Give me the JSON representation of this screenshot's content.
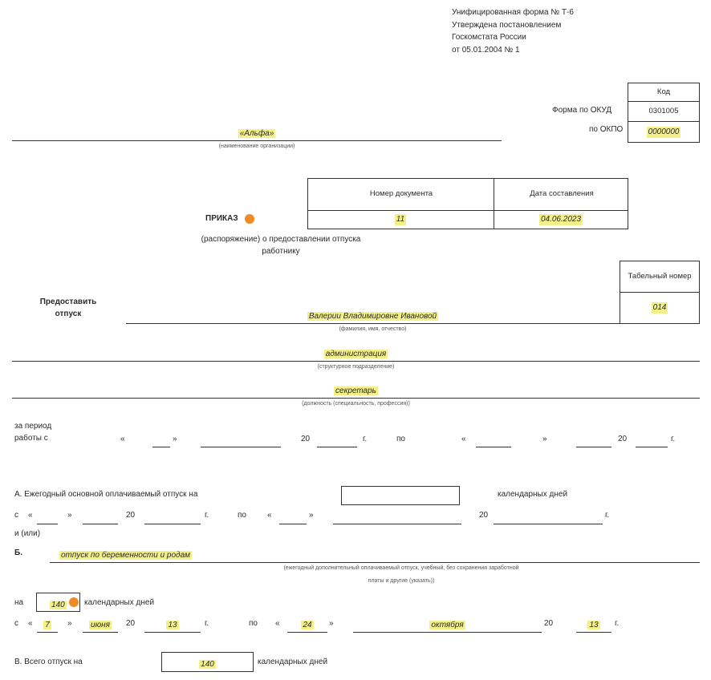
{
  "header": {
    "line1": "Унифицированная форма № Т-6",
    "line2": "Утверждена постановлением",
    "line3": "Госкомстата России",
    "line4": "от 05.01.2004 № 1"
  },
  "codes": {
    "title": "Код",
    "okud_label": "Форма по ОКУД",
    "okud_value": "0301005",
    "okpo_label": "по ОКПО",
    "okpo_value": "0000000"
  },
  "organization": {
    "name": "«Альфа»",
    "caption": "(наименование организации)"
  },
  "document": {
    "number_header": "Номер документа",
    "date_header": "Дата составления",
    "number_value": "11",
    "date_value": "04.06.2023"
  },
  "order": {
    "title": "ПРИКАЗ",
    "subtitle_line1": "(распоряжение) о предоставлении отпуска",
    "subtitle_line2": "работнику"
  },
  "employee": {
    "grant_label_line1": "Предоставить",
    "grant_label_line2": "отпуск",
    "name": "Валерии Владимировне Ивановой",
    "name_caption": "(фамилия, имя, отчество)",
    "tabel_header": "Табельный номер",
    "tabel_value": "014",
    "department": "администрация",
    "department_caption": "(структурное подразделение)",
    "position": "секретарь",
    "position_caption": "(должность (специальность, профессия))"
  },
  "period": {
    "label_line1": "за период",
    "label_line2": "работы с",
    "quote_open": "«",
    "quote_close": "»",
    "year_prefix": "20",
    "year_suffix": "г.",
    "to_label": "по"
  },
  "section_a": {
    "label": "А. Ежегодный основной оплачиваемый отпуск на",
    "days_label": "календарных дней",
    "from": "с",
    "and_or": "и (или)"
  },
  "section_b": {
    "letter": "Б.",
    "type": "отпуск по беременности и родам",
    "caption_line1": "(ежегодный дополнительный оплачиваемый отпуск, учебный, без сохранения заработной",
    "caption_line2": "платы и другие (указать))",
    "on_label": "на",
    "days": "140",
    "days_label": "календарных дней",
    "from": "с",
    "start_day": "7",
    "start_month": "июня",
    "start_year": "13",
    "to_label": "по",
    "end_day": "24",
    "end_month": "октября",
    "end_year": "13"
  },
  "section_v": {
    "label": "В. Всего отпуск на",
    "days": "140",
    "days_label": "календарных дней"
  }
}
